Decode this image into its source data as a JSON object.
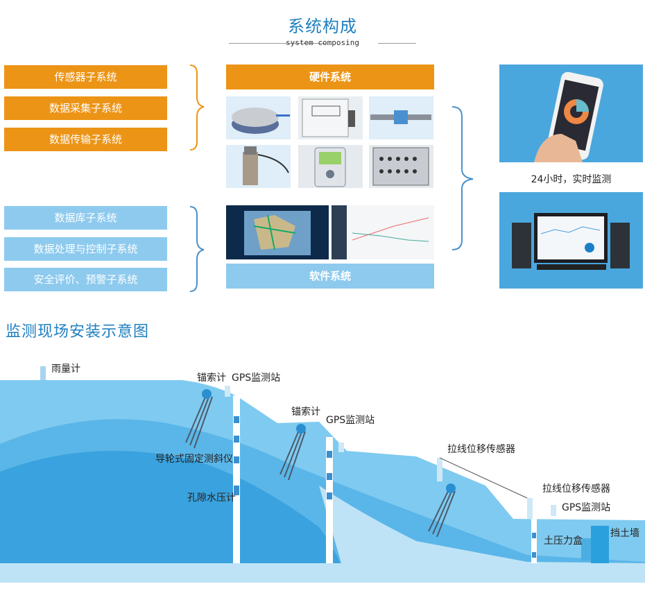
{
  "header": {
    "title": "系统构成",
    "subtitle": "system composing"
  },
  "left_orange": [
    "传感器子系统",
    "数据采集子系统",
    "数据传输子系统"
  ],
  "left_blue": [
    "数据库子系统",
    "数据处理与控制子系统",
    "安全评价、预警子系统"
  ],
  "center": {
    "hardware_label": "硬件系统",
    "software_label": "软件系统"
  },
  "right": {
    "caption": "24小时，实时监测"
  },
  "section": {
    "title": "监测现场安装示意图"
  },
  "labels": {
    "rain_gauge": "雨量计",
    "anchor1": "锚索计",
    "gps1": "GPS监测站",
    "inclinometer": "导轮式固定测斜仪",
    "piezometer": "孔隙水压计",
    "anchor2": "锚索计",
    "gps2": "GPS监测站",
    "wire1": "拉线位移传感器",
    "wire2": "拉线位移传感器",
    "gps3": "GPS监测站",
    "earth_pressure": "土压力盒",
    "retaining_wall": "挡土墙"
  },
  "colors": {
    "orange": "#ec9416",
    "blue_light": "#8dcaee",
    "title_blue": "#1f7fc0",
    "panel_blue": "#4aa7de"
  }
}
